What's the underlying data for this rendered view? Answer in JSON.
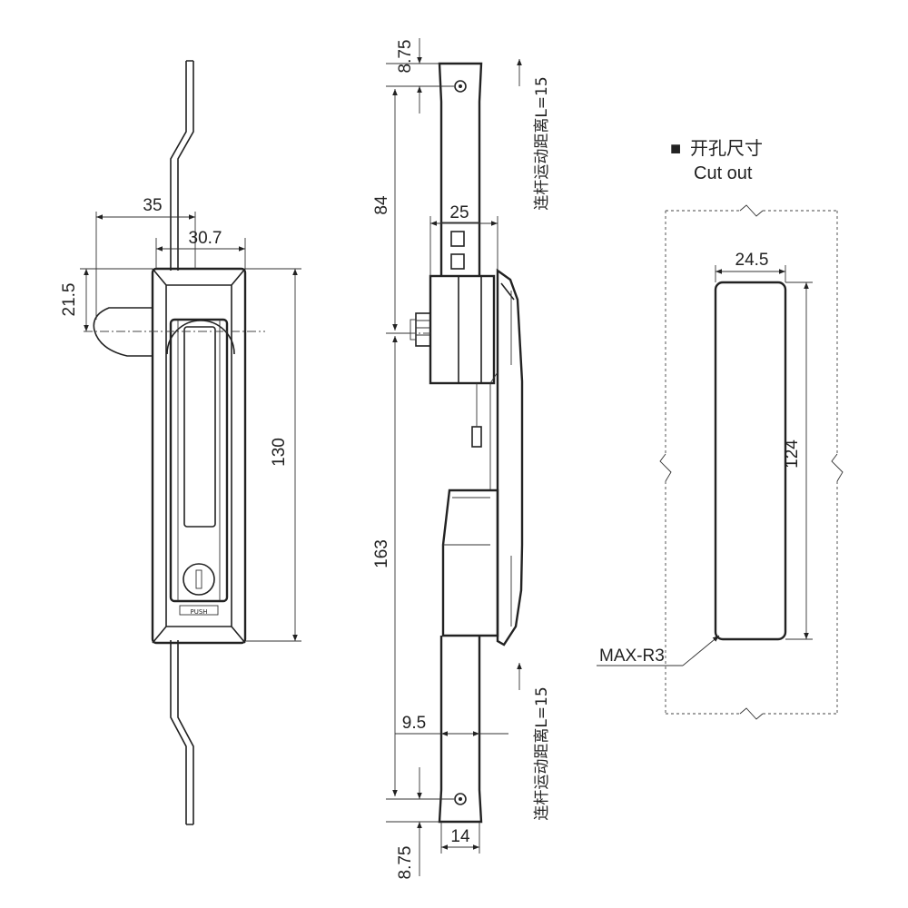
{
  "front_view": {
    "dim_35": "35",
    "dim_30_7": "30.7",
    "dim_21_5": "21.5",
    "dim_130": "130",
    "handle_stamp": "PUSH"
  },
  "side_view": {
    "dim_8_75_top": "8.75",
    "dim_84": "84",
    "dim_25": "25",
    "dim_163": "163",
    "dim_9_5": "9.5",
    "dim_14": "14",
    "dim_8_75_bottom": "8.75",
    "travel_note_top": "连杆运动距离L=15",
    "travel_note_bottom": "连杆运动距离L=15"
  },
  "cutout": {
    "marker": "■",
    "title_cn": "开孔尺寸",
    "title_en": "Cut out",
    "dim_24_5": "24.5",
    "dim_124": "124",
    "radius_label": "MAX-R3"
  }
}
